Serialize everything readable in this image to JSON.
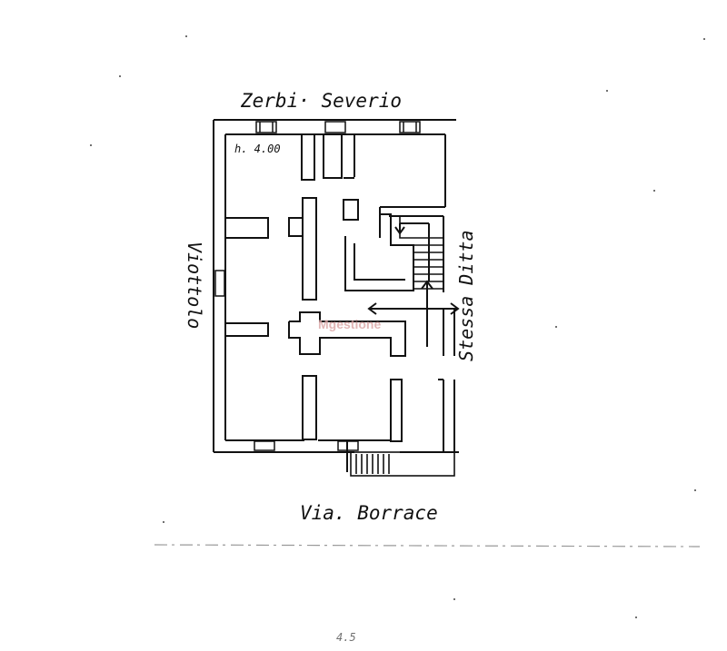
{
  "labels": {
    "top": "Zerbi· Severio",
    "bottom": "Via. Borrace",
    "left": "Viottolo",
    "right": "Stessa Ditta",
    "height_note": "h. 4.00",
    "watermark": "Mgestione",
    "page_mark": "4.5"
  },
  "colors": {
    "ink": "#111111",
    "background": "#ffffff",
    "watermark": "#d9a3a3"
  }
}
